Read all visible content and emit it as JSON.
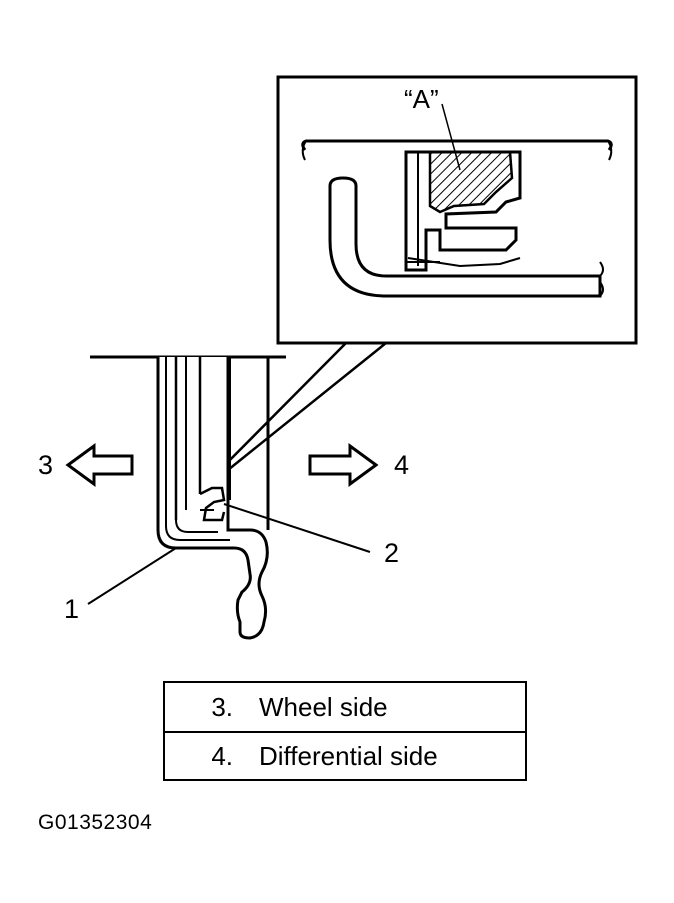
{
  "figure": {
    "inset_label": "“A”",
    "callouts": {
      "part_1": "1",
      "part_2": "2",
      "direction_3": "3",
      "direction_4": "4"
    },
    "legend": [
      {
        "number": "3.",
        "text": "Wheel side"
      },
      {
        "number": "4.",
        "text": "Differential side"
      }
    ],
    "figure_id": "G01352304"
  }
}
